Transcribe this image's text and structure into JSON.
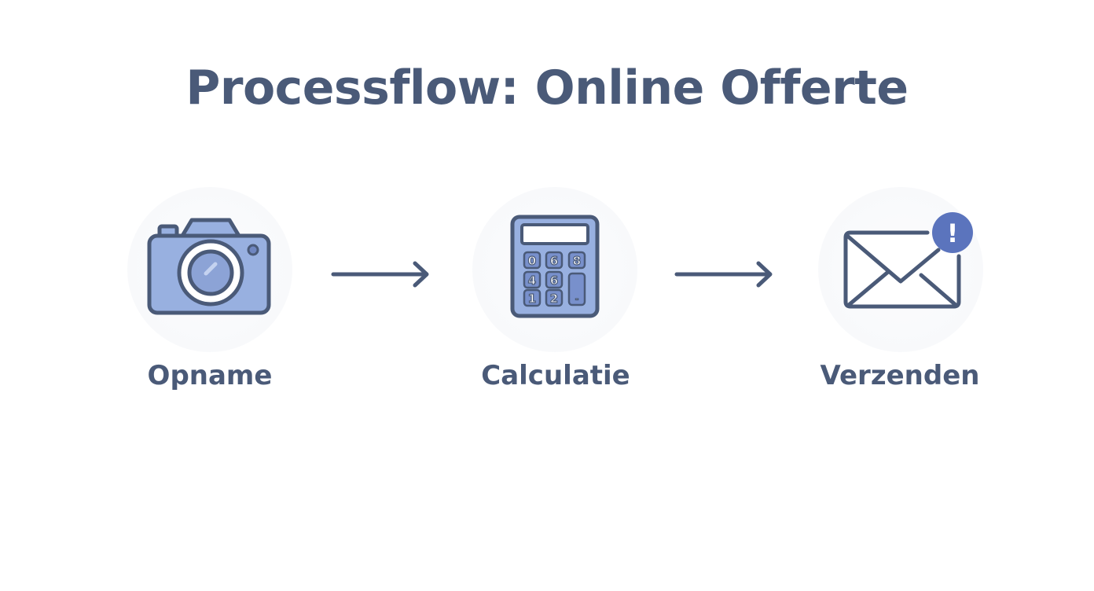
{
  "diagram": {
    "title": "Processflow: Online Offerte",
    "steps": [
      {
        "label": "Opname",
        "icon": "camera-icon"
      },
      {
        "label": "Calculatie",
        "icon": "calculator-icon"
      },
      {
        "label": "Verzenden",
        "icon": "envelope-icon"
      }
    ],
    "arrows": [
      {
        "from": "Opname",
        "to": "Calculatie"
      },
      {
        "from": "Calculatie",
        "to": "Verzenden"
      }
    ],
    "calculator_keys": [
      "0",
      "6",
      "8",
      "4",
      "6",
      "1",
      "2",
      "-"
    ],
    "notification_symbol": "!",
    "colors": {
      "icon_fill": "#98b0e0",
      "icon_stroke": "#4a5a78",
      "badge_fill": "#5b74bd",
      "text": "#4a5a78"
    }
  }
}
